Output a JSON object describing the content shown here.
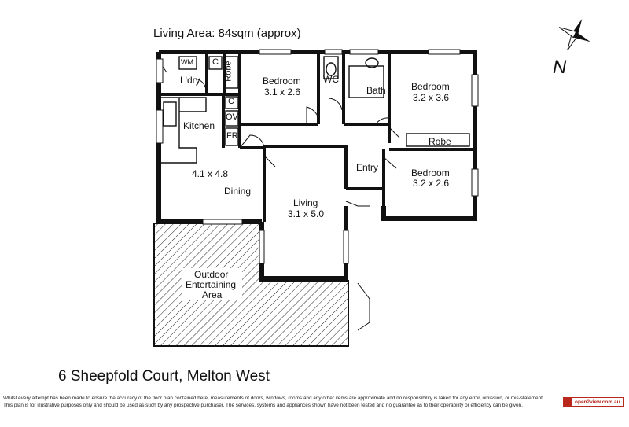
{
  "header": {
    "living_area": "Living Area: 84sqm (approx)"
  },
  "compass": {
    "label": "N"
  },
  "rooms": {
    "laundry_wm": "WM",
    "laundry_c": "C",
    "laundry": "L'dry",
    "robe_vertical": "Robe",
    "bedroom1_name": "Bedroom",
    "bedroom1_size": "3.1 x 2.6",
    "wc": "WC",
    "bath": "Bath",
    "bedroom2_name": "Bedroom",
    "bedroom2_size": "3.2 x 3.6",
    "cupboard_c": "C",
    "oven": "OV",
    "fridge": "FR",
    "kitchen": "Kitchen",
    "robe": "Robe",
    "entry": "Entry",
    "bedroom3_name": "Bedroom",
    "bedroom3_size": "3.2 x 2.6",
    "kitchen_dining_size": "4.1 x 4.8",
    "dining": "Dining",
    "living_name": "Living",
    "living_size": "3.1 x 5.0",
    "outdoor_line1": "Outdoor",
    "outdoor_line2": "Entertaining",
    "outdoor_line3": "Area"
  },
  "footer": {
    "address": "6 Sheepfold Court, Melton West",
    "disclaimer_line1": "Whilst every attempt has been made to ensure the accuracy of the floor plan contained here, measurements of doors, windows, rooms and any other items are approximate and no responsibility is taken for any error, omission, or mis-statement.",
    "disclaimer_line2": "This plan is for illustrative purposes only and should be used as such by any prospective purchaser. The services, systems and appliances shown have not been tested and no guarantee as to their operability or efficiency can be given.",
    "logo_text": "open2view.com.au"
  },
  "colors": {
    "wall": "#111111",
    "logo": "#b8281d"
  }
}
